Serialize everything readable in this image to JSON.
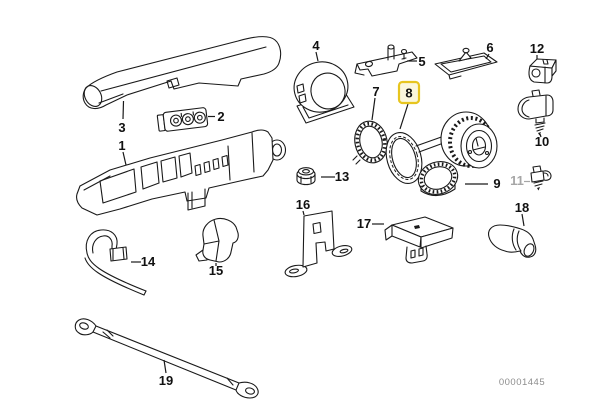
{
  "diagram": {
    "type": "exploded-parts-diagram",
    "watermark": "00001445",
    "background": "#ffffff",
    "line_color": "#1a1a1a",
    "muted_color": "#a6a6a6",
    "highlighted_part": "8",
    "highlight_box": {
      "fill": "#fbf7dc",
      "border": "#e7c51f"
    },
    "labels": [
      {
        "part": "1",
        "text": "1",
        "state": "normal"
      },
      {
        "part": "2",
        "text": "2",
        "state": "normal"
      },
      {
        "part": "3",
        "text": "3",
        "state": "normal"
      },
      {
        "part": "4",
        "text": "4",
        "state": "normal"
      },
      {
        "part": "5",
        "text": "5",
        "state": "normal"
      },
      {
        "part": "6",
        "text": "6",
        "state": "normal"
      },
      {
        "part": "7",
        "text": "7",
        "state": "normal"
      },
      {
        "part": "8",
        "text": "8",
        "state": "highlighted"
      },
      {
        "part": "9",
        "text": "9",
        "state": "normal"
      },
      {
        "part": "10",
        "text": "10",
        "state": "normal"
      },
      {
        "part": "11",
        "text": "11",
        "state": "muted"
      },
      {
        "part": "12",
        "text": "12",
        "state": "normal"
      },
      {
        "part": "13",
        "text": "13",
        "state": "normal"
      },
      {
        "part": "14",
        "text": "14",
        "state": "normal"
      },
      {
        "part": "15",
        "text": "15",
        "state": "normal"
      },
      {
        "part": "16",
        "text": "16",
        "state": "normal"
      },
      {
        "part": "17",
        "text": "17",
        "state": "normal"
      },
      {
        "part": "18",
        "text": "18",
        "state": "normal"
      },
      {
        "part": "19",
        "text": "19",
        "state": "normal"
      }
    ]
  }
}
